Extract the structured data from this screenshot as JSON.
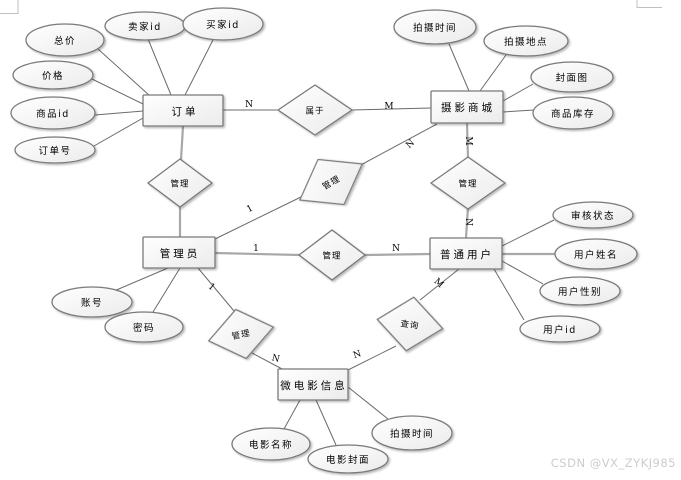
{
  "watermark": "CSDN @VX_ZYKJ985",
  "entities": {
    "order": "订单",
    "mall": "摄影商城",
    "admin": "管理员",
    "user": "普通用户",
    "movie": "微电影信息"
  },
  "attributes": {
    "total_price": "总价",
    "seller_id": "卖家id",
    "buyer_id": "买家id",
    "price": "价格",
    "product_id": "商品id",
    "order_no": "订单号",
    "shoot_time": "拍摄时间",
    "shoot_place": "拍摄地点",
    "cover_image": "封面图",
    "product_stock": "商品库存",
    "audit_status": "审核状态",
    "user_name": "用户姓名",
    "user_gender": "用户性别",
    "user_id": "用户id",
    "account": "账号",
    "password": "密码",
    "movie_name": "电影名称",
    "movie_cover": "电影封面",
    "movie_shoot_time": "拍摄时间"
  },
  "relationships": {
    "belongs_to": "属于",
    "manage_order_admin": "管理",
    "manage_admin_mall": "管理",
    "manage_admin_user": "管理",
    "manage_mall_user": "管理",
    "manage_admin_movie": "管理",
    "query_user_movie": "查询"
  },
  "cardinalities": {
    "belongs_n": "N",
    "belongs_m": "M",
    "admin_mall_1": "1",
    "admin_mall_n": "N",
    "admin_user_1": "1",
    "admin_user_n": "N",
    "mall_user_m": "M",
    "mall_user_n": "N",
    "admin_movie_1": "1",
    "admin_movie_n": "N",
    "query_m": "M",
    "query_n": "N"
  }
}
